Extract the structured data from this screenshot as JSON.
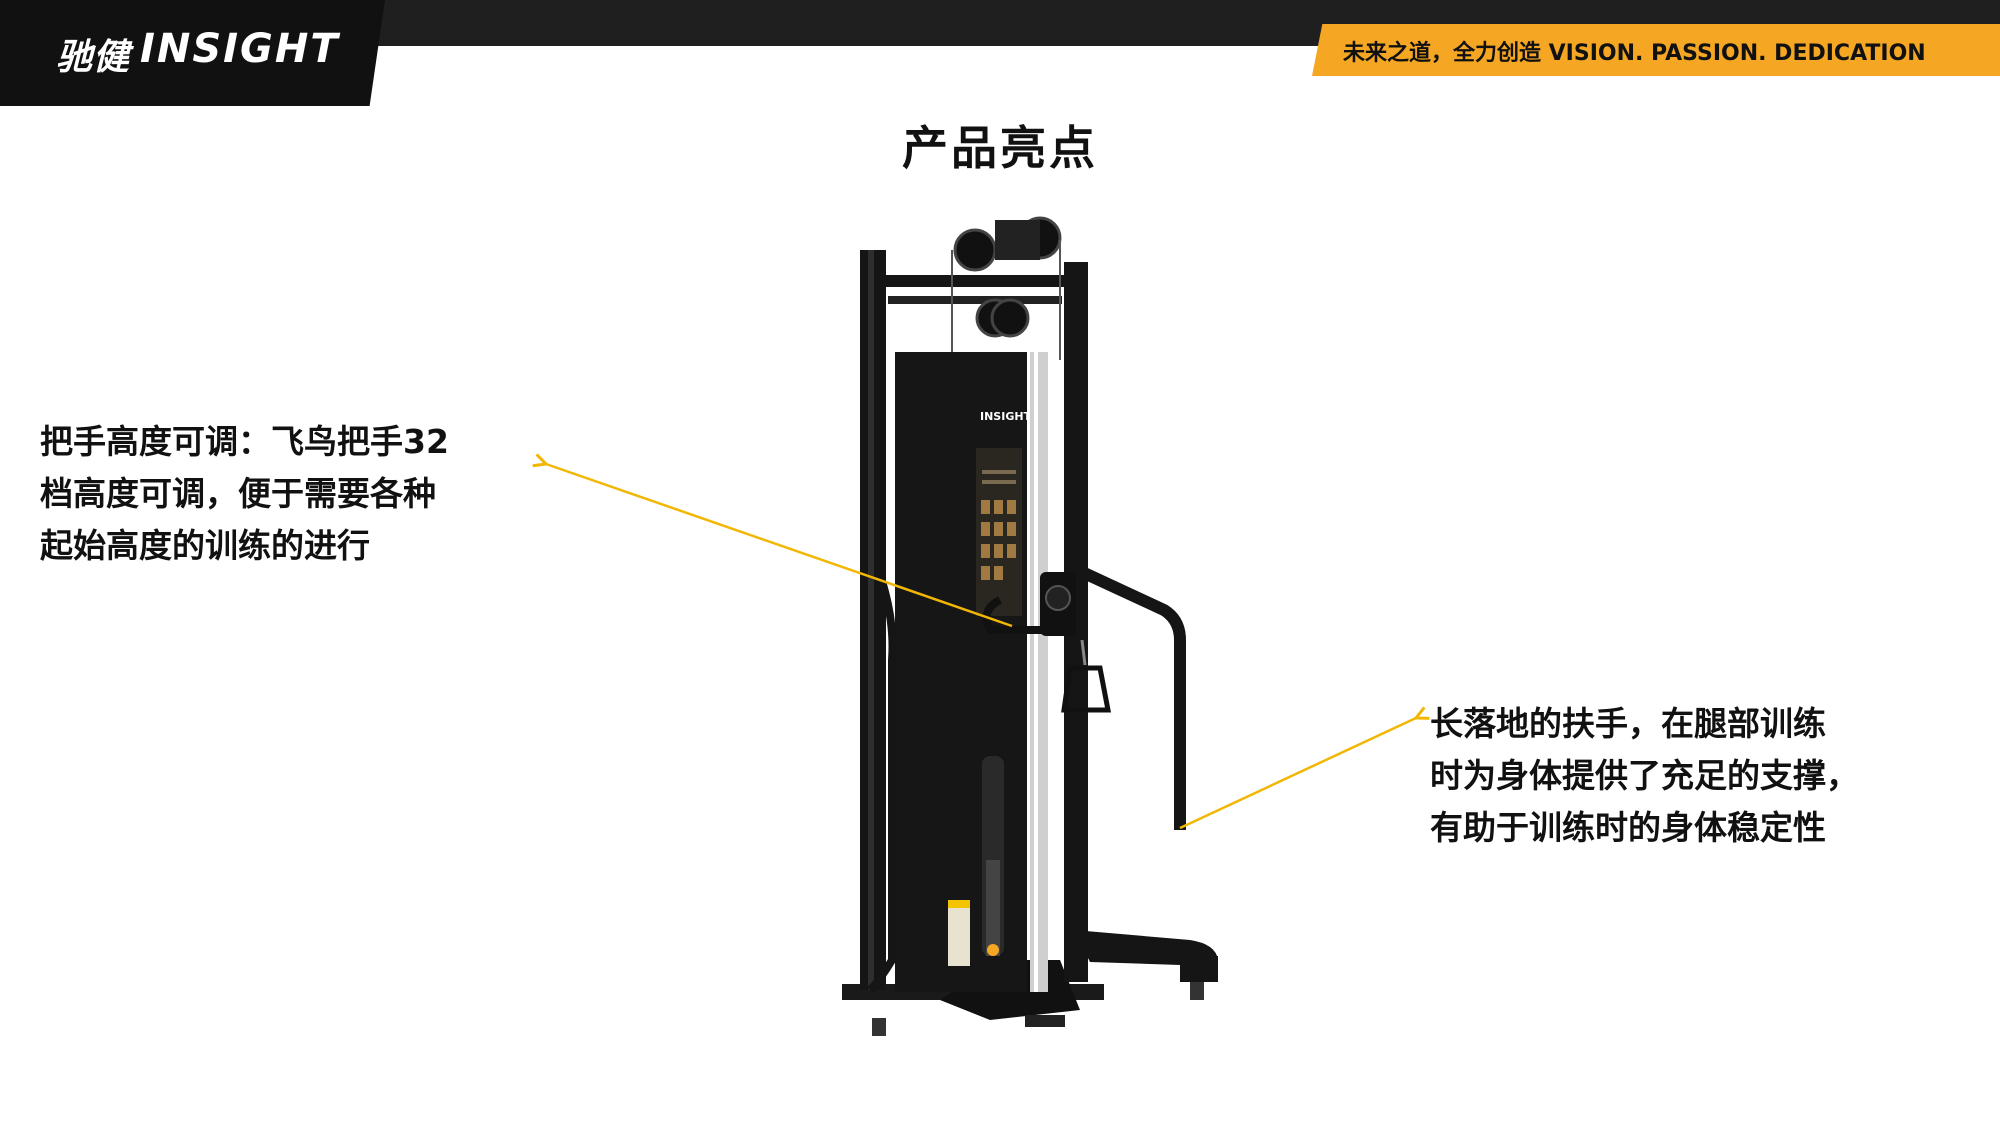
{
  "header": {
    "brand_cn": "驰健",
    "brand_en": "INSIGHT",
    "slogan": "未来之道，全力创造   VISION. PASSION. DEDICATION"
  },
  "title": "产品亮点",
  "callouts": {
    "left": {
      "lines": [
        "把手高度可调：飞鸟把手32",
        "档高度可调，便于需要各种",
        "起始高度的训练的进行"
      ]
    },
    "right": {
      "lines": [
        "长落地的扶手，在腿部训练",
        "时为身体提供了充足的支撑，",
        "有助于训练时的身体稳定性"
      ]
    }
  },
  "machine": {
    "logo": "INSIGHT"
  },
  "colors": {
    "accent": "#f5a623",
    "arrow": "#f2b705",
    "dark": "#1f1f1f",
    "frame": "#151515"
  }
}
